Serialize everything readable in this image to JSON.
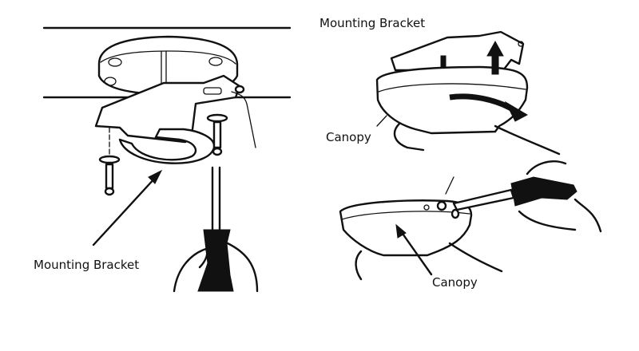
{
  "diagram": {
    "panels": [
      {
        "id": "left",
        "label": "Mounting Bracket"
      },
      {
        "id": "top-right",
        "labels": [
          "Mounting Bracket",
          "Canopy"
        ]
      },
      {
        "id": "bottom-right",
        "label": "Canopy"
      }
    ]
  }
}
